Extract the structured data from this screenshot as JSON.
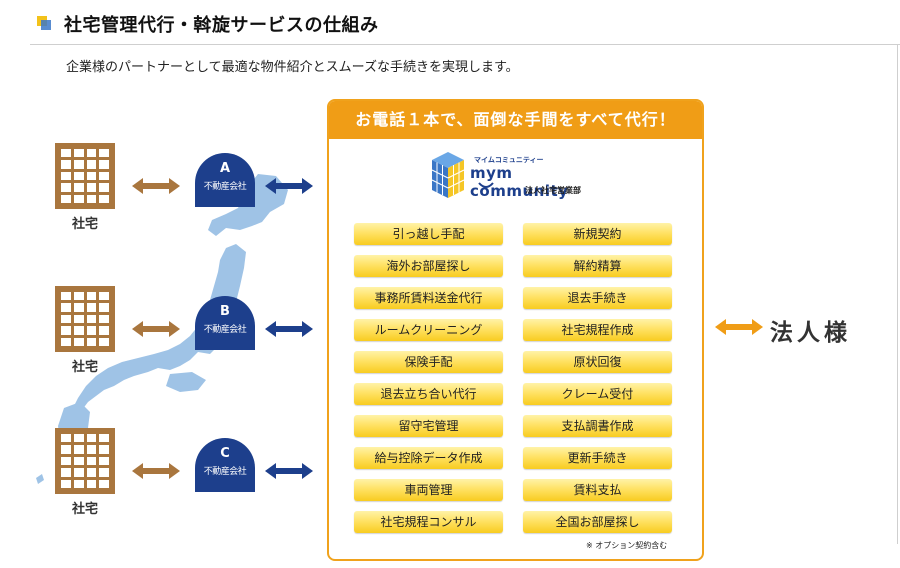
{
  "header": {
    "title": "社宅管理代行・斡旋サービスの仕組み",
    "subtitle": "企業様のパートナーとして最適な物件紹介とスムーズな手続きを実現します。"
  },
  "left": {
    "shataku_labels": [
      "社宅",
      "社宅",
      "社宅"
    ],
    "agents": [
      {
        "letter": "A",
        "name": "不動産会社"
      },
      {
        "letter": "B",
        "name": "不動産会社"
      },
      {
        "letter": "C",
        "name": "不動産会社"
      }
    ]
  },
  "panel": {
    "headline": "お電話１本で、面倒な手間をすべて代行！",
    "logo_kana": "マイムコミュニティー",
    "logo_name": "mym community",
    "logo_dept": "法人社宅営業部",
    "services_left": [
      "引っ越し手配",
      "海外お部屋探し",
      "事務所賃料送金代行",
      "ルームクリーニング",
      "保険手配",
      "退去立ち合い代行",
      "留守宅管理",
      "給与控除データ作成",
      "車両管理",
      "社宅規程コンサル"
    ],
    "services_right": [
      "新規契約",
      "解約精算",
      "退去手続き",
      "社宅規程作成",
      "原状回復",
      "クレーム受付",
      "支払調書作成",
      "更新手続き",
      "賃料支払",
      "全国お部屋探し"
    ],
    "note": "※ オプション契約含む"
  },
  "client": {
    "label": "法人様"
  },
  "colors": {
    "accent_orange": "#f09d16",
    "navy": "#1d3f8c",
    "brown": "#a9763e",
    "map_blue": "#9fc3e6"
  }
}
